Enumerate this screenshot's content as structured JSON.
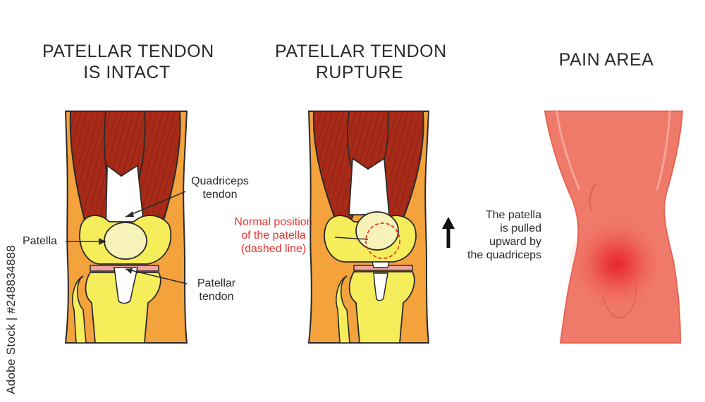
{
  "titles": {
    "intact_line1": "PATELLAR TENDON",
    "intact_line2": "IS INTACT",
    "rupture_line1": "PATELLAR TENDON",
    "rupture_line2": "RUPTURE",
    "pain": "PAIN AREA"
  },
  "labels": {
    "quadriceps_line1": "Quadriceps",
    "quadriceps_line2": "tendon",
    "patella": "Patella",
    "patellar_line1": "Patellar",
    "patellar_line2": "tendon",
    "normal_line1": "Normal position",
    "normal_line2": "of the patella",
    "normal_line3": "(dashed line)",
    "pulled_line1": "The patella",
    "pulled_line2": "is pulled",
    "pulled_line3": "upward by",
    "pulled_line4": "the quadriceps"
  },
  "watermark": "Adobe Stock | #248834888",
  "colors": {
    "skin_orange": "#f4a23c",
    "muscle_red": "#a82a18",
    "bone_yellow": "#f5ee5a",
    "patella_cream": "#f7f3b8",
    "cartilage_pink": "#f0a4a0",
    "annotation_red": "#e8332f",
    "pain_red": "#f07a6a",
    "pain_center": "#e8242a",
    "text_dark": "#2a2a2a"
  }
}
